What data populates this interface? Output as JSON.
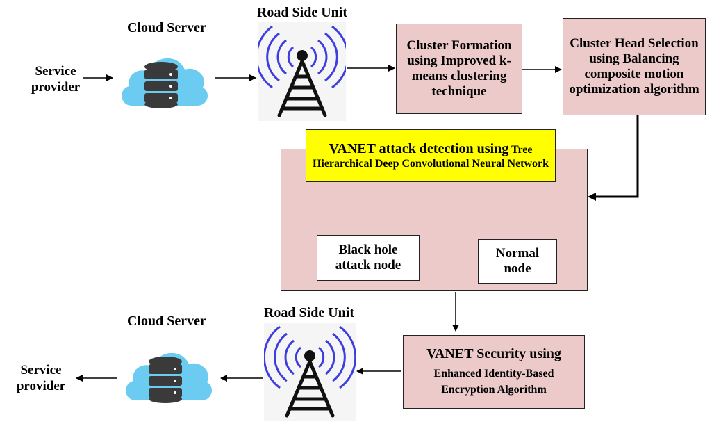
{
  "top_row": {
    "service_provider": "Service provider",
    "cloud_server": "Cloud Server",
    "road_side_unit": "Road Side Unit",
    "cluster_formation": "Cluster Formation using Improved k-means clustering technique",
    "cluster_head_selection": "Cluster Head Selection using Balancing composite motion optimization algorithm"
  },
  "detection": {
    "title_strong": "VANET attack detection using",
    "title_rest": " Tree Hierarchical Deep Convolutional Neural Network",
    "black_hole_node": "Black hole attack node",
    "normal_node": "Normal node"
  },
  "bottom_row": {
    "security_title": "VANET Security using",
    "security_subtitle": "Enhanced Identity-Based Encryption Algorithm",
    "road_side_unit": "Road Side Unit",
    "cloud_server": "Cloud Server",
    "service_provider": "Service provider"
  },
  "colors": {
    "pink_box": "#edcaca",
    "yellow_box": "#ffff00",
    "cloud": "#6ccbf1",
    "database": "#3a3a3a",
    "tower": "#111111",
    "waves": "#3d3de0",
    "tower_background": "#f5f5f5"
  },
  "icons": [
    "cloud-database-icon",
    "radio-tower-icon"
  ]
}
